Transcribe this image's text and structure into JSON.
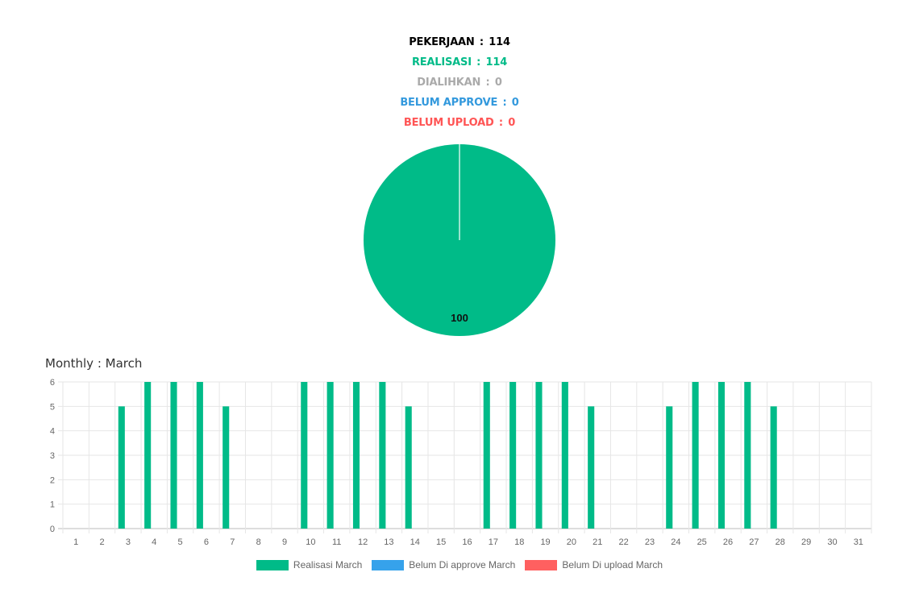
{
  "summary": {
    "pekerjaan": {
      "label": "PEKERJAAN",
      "value": "114",
      "color": "#000000"
    },
    "realisasi": {
      "label": "REALISASI",
      "value": "114",
      "color": "#00bb88"
    },
    "dialihkan": {
      "label": "DIALIHKAN",
      "value": "0",
      "color": "#aaaaaa"
    },
    "belum_approve": {
      "label": "BELUM APPROVE",
      "value": "0",
      "color": "#3399dd"
    },
    "belum_upload": {
      "label": "BELUM UPLOAD",
      "value": "0",
      "color": "#ff5555"
    }
  },
  "monthly_title": "Monthly : March",
  "colors": {
    "green": "#00bb88",
    "blue": "#36a2eb",
    "red": "#ff6060",
    "grid": "#e6e6e6",
    "axis": "#666666"
  },
  "chart_data": [
    {
      "type": "pie",
      "values": [
        100
      ],
      "data_label": "100",
      "colors": [
        "#00bb88"
      ]
    },
    {
      "type": "bar",
      "title": "Monthly : March",
      "categories": [
        "1",
        "2",
        "3",
        "4",
        "5",
        "6",
        "7",
        "8",
        "9",
        "10",
        "11",
        "12",
        "13",
        "14",
        "15",
        "16",
        "17",
        "18",
        "19",
        "20",
        "21",
        "22",
        "23",
        "24",
        "25",
        "26",
        "27",
        "28",
        "29",
        "30",
        "31"
      ],
      "series": [
        {
          "name": "Realisasi March",
          "color": "#00bb88",
          "values": [
            0,
            0,
            5,
            6,
            6,
            6,
            5,
            0,
            0,
            6,
            6,
            6,
            6,
            5,
            0,
            0,
            6,
            6,
            6,
            6,
            5,
            0,
            0,
            5,
            6,
            6,
            6,
            5,
            0,
            0,
            0
          ]
        },
        {
          "name": "Belum Di approve March",
          "color": "#36a2eb",
          "values": [
            0,
            0,
            0,
            0,
            0,
            0,
            0,
            0,
            0,
            0,
            0,
            0,
            0,
            0,
            0,
            0,
            0,
            0,
            0,
            0,
            0,
            0,
            0,
            0,
            0,
            0,
            0,
            0,
            0,
            0,
            0
          ]
        },
        {
          "name": "Belum Di upload March",
          "color": "#ff6060",
          "values": [
            0,
            0,
            0,
            0,
            0,
            0,
            0,
            0,
            0,
            0,
            0,
            0,
            0,
            0,
            0,
            0,
            0,
            0,
            0,
            0,
            0,
            0,
            0,
            0,
            0,
            0,
            0,
            0,
            0,
            0,
            0
          ]
        }
      ],
      "ylim": [
        0,
        6
      ],
      "yticks": [
        "0",
        "1",
        "2",
        "3",
        "4",
        "5",
        "6"
      ],
      "grid": true,
      "legend_position": "bottom"
    }
  ]
}
